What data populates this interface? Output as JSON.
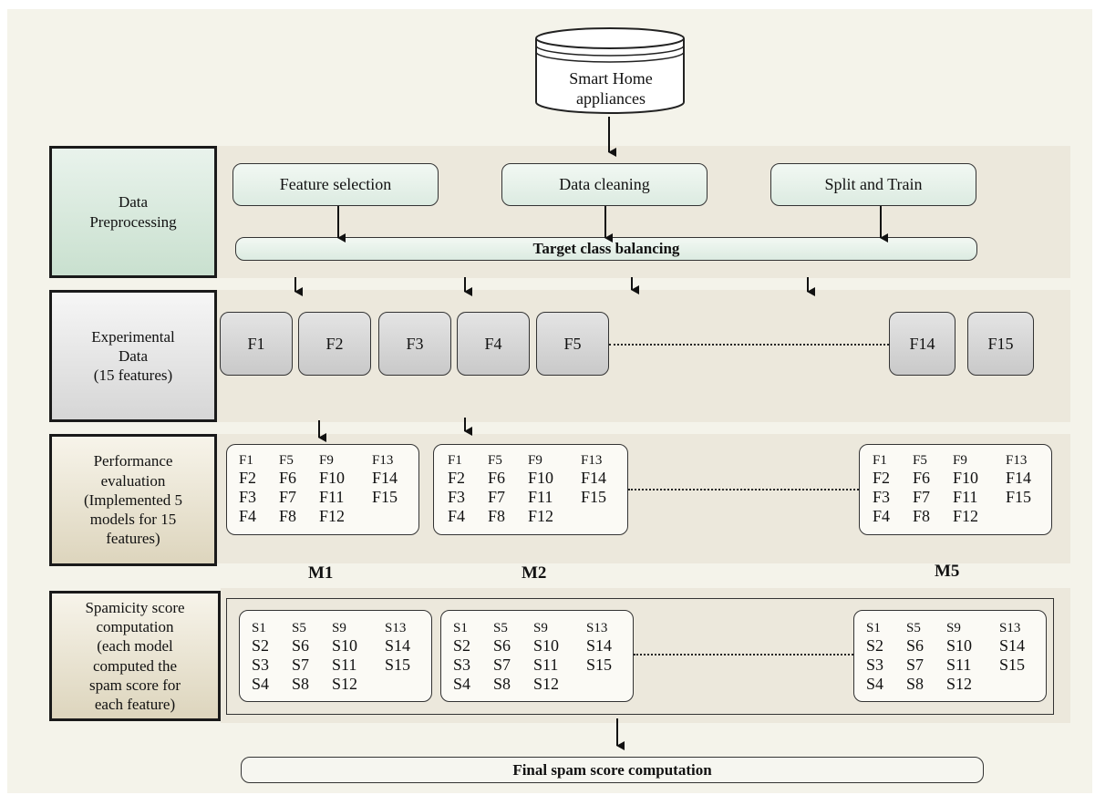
{
  "source": {
    "label": "Smart Home\nappliances"
  },
  "stages": {
    "preprocessing": {
      "label": "Data\nPreprocessing",
      "steps": [
        "Feature selection",
        "Data cleaning",
        "Split and Train"
      ],
      "balancing": "Target class balancing"
    },
    "experimental": {
      "label": "Experimental\nData\n(15 features)",
      "features": [
        "F1",
        "F2",
        "F3",
        "F4",
        "F5",
        "F14",
        "F15"
      ]
    },
    "performance": {
      "label": "Performance\nevaluation\n(Implemented 5\nmodels for 15\nfeatures)",
      "models": [
        "M1",
        "M2",
        "M5"
      ],
      "grid": [
        [
          "F1",
          "F5",
          "F9",
          "F13"
        ],
        [
          "F2",
          "F6",
          "F10",
          "F14"
        ],
        [
          "F3",
          "F7",
          "F11",
          "F15"
        ],
        [
          "F4",
          "F8",
          "F12"
        ]
      ]
    },
    "spamicity": {
      "label": "Spamicity score\ncomputation\n(each model\ncomputed the\nspam score for\neach feature)",
      "grid": [
        [
          "S1",
          "S5",
          "S9",
          "S13"
        ],
        [
          "S2",
          "S6",
          "S10",
          "S14"
        ],
        [
          "S3",
          "S7",
          "S11",
          "S15"
        ],
        [
          "S4",
          "S8",
          "S12"
        ]
      ]
    }
  },
  "final": {
    "label": "Final spam score computation"
  },
  "colors": {
    "frame": "#f4f3ea",
    "band": "#ece8dc",
    "preprocessing_label": "#d2e5d8",
    "experimental_label": "#e2e2e2",
    "performance_label": "#ebe5cf",
    "spamicity_label": "#ebe5cf",
    "feature_box": "#cfcfcf",
    "step_box": "#dcebe1"
  }
}
